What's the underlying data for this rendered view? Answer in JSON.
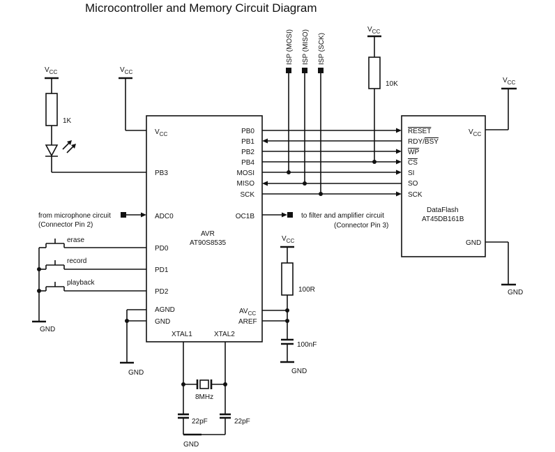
{
  "title": "Microcontroller and Memory Circuit Diagram",
  "power": {
    "vcc_main": "V",
    "vcc_sub": "CC",
    "gnd": "GND"
  },
  "avr": {
    "name": "AVR",
    "part": "AT90S8535",
    "left_pins": {
      "vcc": "V",
      "vcc_sub": "CC",
      "pb3": "PB3",
      "adc0": "ADC0",
      "pd0": "PD0",
      "pd1": "PD1",
      "pd2": "PD2",
      "agnd": "AGND",
      "gnd": "GND"
    },
    "right_pins": {
      "pb0": "PB0",
      "pb1": "PB1",
      "pb2": "PB2",
      "pb4": "PB4",
      "mosi": "MOSI",
      "miso": "MISO",
      "sck": "SCK",
      "oc1b": "OC1B",
      "avcc": "AV",
      "avcc_sub": "CC",
      "aref": "AREF"
    },
    "bottom_pins": {
      "xtal1": "XTAL1",
      "xtal2": "XTAL2"
    }
  },
  "dataflash": {
    "name": "DataFlash",
    "part": "AT45DB161B",
    "pins": {
      "reset": "RESET",
      "rdy": "RDY",
      "rdy_sep": "/",
      "bsy": "BSY",
      "wp": "WP",
      "cs": "CS",
      "si": "SI",
      "so": "SO",
      "sck": "SCK",
      "vcc": "V",
      "vcc_sub": "CC",
      "gnd": "GND"
    }
  },
  "isp": {
    "mosi": "ISP (MOSI)",
    "miso": "ISP (MISO)",
    "sck": "ISP (SCK)"
  },
  "components": {
    "r_led": "1K",
    "r_pullup": "10K",
    "r_avcc": "100R",
    "c_avcc": "100nF",
    "crystal": "8MHz",
    "c_x1": "22pF",
    "c_x2": "22pF"
  },
  "buttons": {
    "erase": "erase",
    "record": "record",
    "playback": "playback"
  },
  "connectors": {
    "mic_line1": "from microphone circuit",
    "mic_line2": "(Connector Pin 2)",
    "filter_line1": "to filter and amplifier circuit",
    "filter_line2": "(Connector Pin 3)"
  }
}
